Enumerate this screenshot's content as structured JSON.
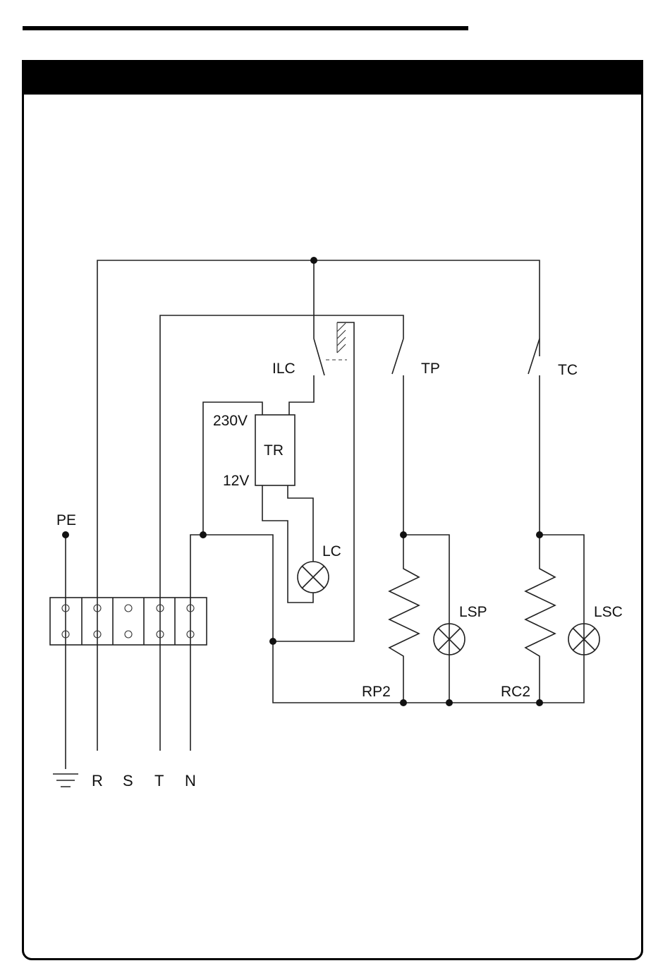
{
  "labels": {
    "ilc": "ILC",
    "tp": "TP",
    "tc": "TC",
    "v230": "230V",
    "tr": "TR",
    "v12": "12V",
    "pe": "PE",
    "lc": "LC",
    "lsp": "LSP",
    "lsc": "LSC",
    "rp2": "RP2",
    "rc2": "RC2"
  },
  "terminals": [
    "R",
    "S",
    "T",
    "N"
  ],
  "colors": {
    "ink": "#111111",
    "header": "#000000"
  }
}
